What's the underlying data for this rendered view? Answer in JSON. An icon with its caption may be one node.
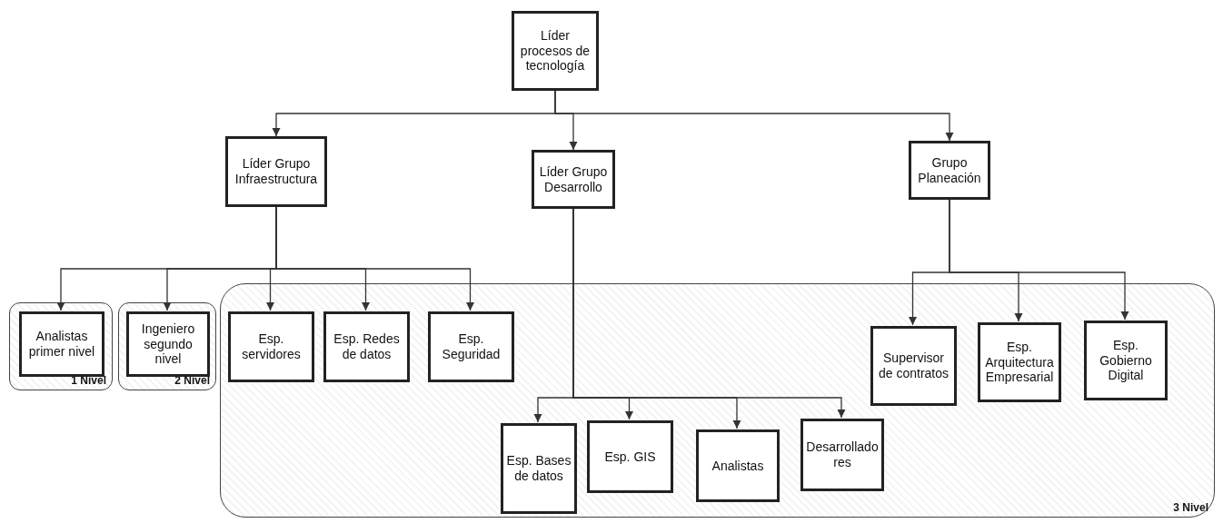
{
  "diagram": {
    "nodes": [
      {
        "text": [
          "Líder procesos de tecnología"
        ]
      },
      {
        "text": [
          "Líder Grupo Infraestructura"
        ]
      },
      {
        "text": [
          "Líder Grupo Desarrollo"
        ]
      },
      {
        "text": [
          "Grupo Planeación"
        ]
      },
      {
        "text": [
          "1 Nivel"
        ]
      },
      {
        "text": [
          "Analistas primer nivel"
        ],
        "in": 4
      },
      {
        "text": [
          "2 Nivel"
        ]
      },
      {
        "text": [
          "Ingeniero segundo nivel"
        ],
        "in": 6
      },
      {
        "text": [
          "3 Nivel"
        ]
      },
      {
        "text": [
          "Esp. servidores"
        ],
        "in": 8
      },
      {
        "text": [
          "Esp. Redes de datos"
        ],
        "in": 8
      },
      {
        "text": [
          "Esp. Seguridad"
        ],
        "in": 8
      },
      {
        "text": [
          "Supervisor de contratos"
        ],
        "in": 8
      },
      {
        "text": [
          "Esp. Arquitectura Empresarial"
        ],
        "in": 8
      },
      {
        "text": [
          "Esp. Gobierno Digital"
        ],
        "in": 8
      },
      {
        "text": [
          "Esp. Bases de datos"
        ],
        "in": 8
      },
      {
        "text": [
          "Esp. GIS"
        ],
        "in": 8
      },
      {
        "text": [
          "Analistas"
        ],
        "in": 8
      },
      {
        "text": [
          "Desarrollado res"
        ],
        "in": 8
      }
    ],
    "edges": [
      {
        "from": 0,
        "to": 1,
        "arrow": "to"
      },
      {
        "from": 0,
        "to": 2,
        "arrow": "to"
      },
      {
        "from": 0,
        "to": 3,
        "arrow": "to"
      },
      {
        "from": 1,
        "to": 5,
        "arrow": "to"
      },
      {
        "from": 1,
        "to": 7,
        "arrow": "to"
      },
      {
        "from": 1,
        "to": 9,
        "arrow": "to"
      },
      {
        "from": 1,
        "to": 10,
        "arrow": "to"
      },
      {
        "from": 1,
        "to": 11,
        "arrow": "to"
      },
      {
        "from": 2,
        "to": 15,
        "arrow": "to"
      },
      {
        "from": 2,
        "to": 16,
        "arrow": "to"
      },
      {
        "from": 2,
        "to": 17,
        "arrow": "to"
      },
      {
        "from": 2,
        "to": 18,
        "arrow": "to"
      },
      {
        "from": 3,
        "to": 12,
        "arrow": "to"
      },
      {
        "from": 3,
        "to": 13,
        "arrow": "to"
      },
      {
        "from": 3,
        "to": 14,
        "arrow": "to"
      }
    ]
  }
}
